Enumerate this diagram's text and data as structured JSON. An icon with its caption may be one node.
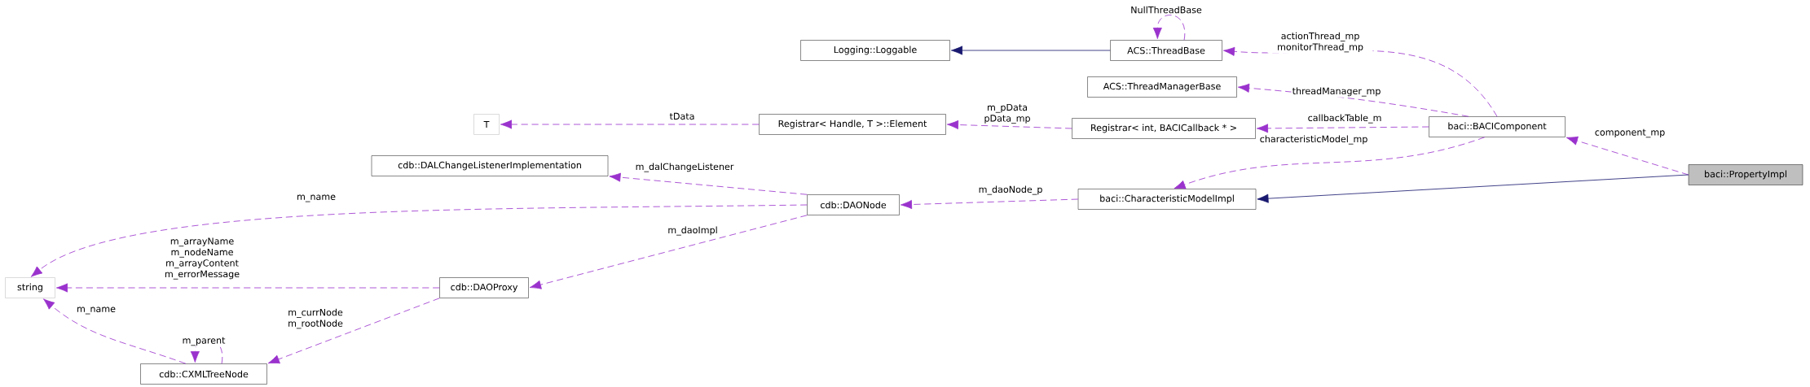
{
  "diagram": {
    "nodes": [
      {
        "text": [
          "Logging::Loggable"
        ]
      },
      {
        "text": [
          "ACS::ThreadBase"
        ]
      },
      {
        "text": [
          "ACS::ThreadManagerBase"
        ]
      },
      {
        "text": [
          "T"
        ]
      },
      {
        "text": [
          "Registrar< Handle, T >::Element"
        ]
      },
      {
        "text": [
          "Registrar< int, BACICallback * >"
        ]
      },
      {
        "text": [
          "baci::BACIComponent"
        ]
      },
      {
        "text": [
          "cdb::DALChangeListenerImplementation"
        ]
      },
      {
        "text": [
          "baci::PropertyImpl"
        ]
      },
      {
        "text": [
          "cdb::DAONode"
        ]
      },
      {
        "text": [
          "baci::CharacteristicModelImpl"
        ]
      },
      {
        "text": [
          "string"
        ]
      },
      {
        "text": [
          "cdb::DAOProxy"
        ]
      },
      {
        "text": [
          "cdb::CXMLTreeNode"
        ]
      }
    ],
    "edges": [
      {
        "from": 1,
        "to": 0,
        "arrow": "to",
        "color": "#191970"
      },
      {
        "from": 1,
        "to": 1,
        "arrow": "to",
        "label": "NullThreadBase",
        "style": "dashed"
      },
      {
        "from": 6,
        "to": 1,
        "arrow": "to",
        "label": "actionThread_mp monitorThread_mp",
        "style": "dashed"
      },
      {
        "from": 6,
        "to": 2,
        "arrow": "to",
        "label": "threadManager_mp",
        "style": "dashed"
      },
      {
        "from": 6,
        "to": 5,
        "arrow": "to",
        "label": "callbackTable_m",
        "style": "dashed"
      },
      {
        "from": 6,
        "to": 10,
        "arrow": "to",
        "label": "characteristicModel_mp",
        "style": "dashed"
      },
      {
        "from": 8,
        "to": 6,
        "arrow": "to",
        "label": "component_mp",
        "style": "dashed"
      },
      {
        "from": 8,
        "to": 10,
        "arrow": "to",
        "color": "#191970"
      },
      {
        "from": 5,
        "to": 4,
        "arrow": "to",
        "label": "m_pData pData_mp",
        "style": "dashed"
      },
      {
        "from": 4,
        "to": 3,
        "arrow": "to",
        "label": "tData",
        "style": "dashed"
      },
      {
        "from": 10,
        "to": 9,
        "arrow": "to",
        "label": "m_daoNode_p",
        "style": "dashed"
      },
      {
        "from": 9,
        "to": 7,
        "arrow": "to",
        "label": "m_dalChangeListener",
        "style": "dashed"
      },
      {
        "from": 9,
        "to": 11,
        "arrow": "to",
        "label": "m_name",
        "style": "dashed"
      },
      {
        "from": 9,
        "to": 12,
        "arrow": "to",
        "label": "m_daoImpl",
        "style": "dashed"
      },
      {
        "from": 12,
        "to": 11,
        "arrow": "to",
        "label": "m_arrayName m_nodeName m_arrayContent m_errorMessage",
        "style": "dashed"
      },
      {
        "from": 12,
        "to": 13,
        "arrow": "to",
        "label": "m_currNode m_rootNode",
        "style": "dashed"
      },
      {
        "from": 13,
        "to": 11,
        "arrow": "to",
        "label": "m_name",
        "style": "dashed"
      },
      {
        "from": 13,
        "to": 13,
        "arrow": "to",
        "label": "m_parent",
        "style": "dashed"
      }
    ]
  }
}
